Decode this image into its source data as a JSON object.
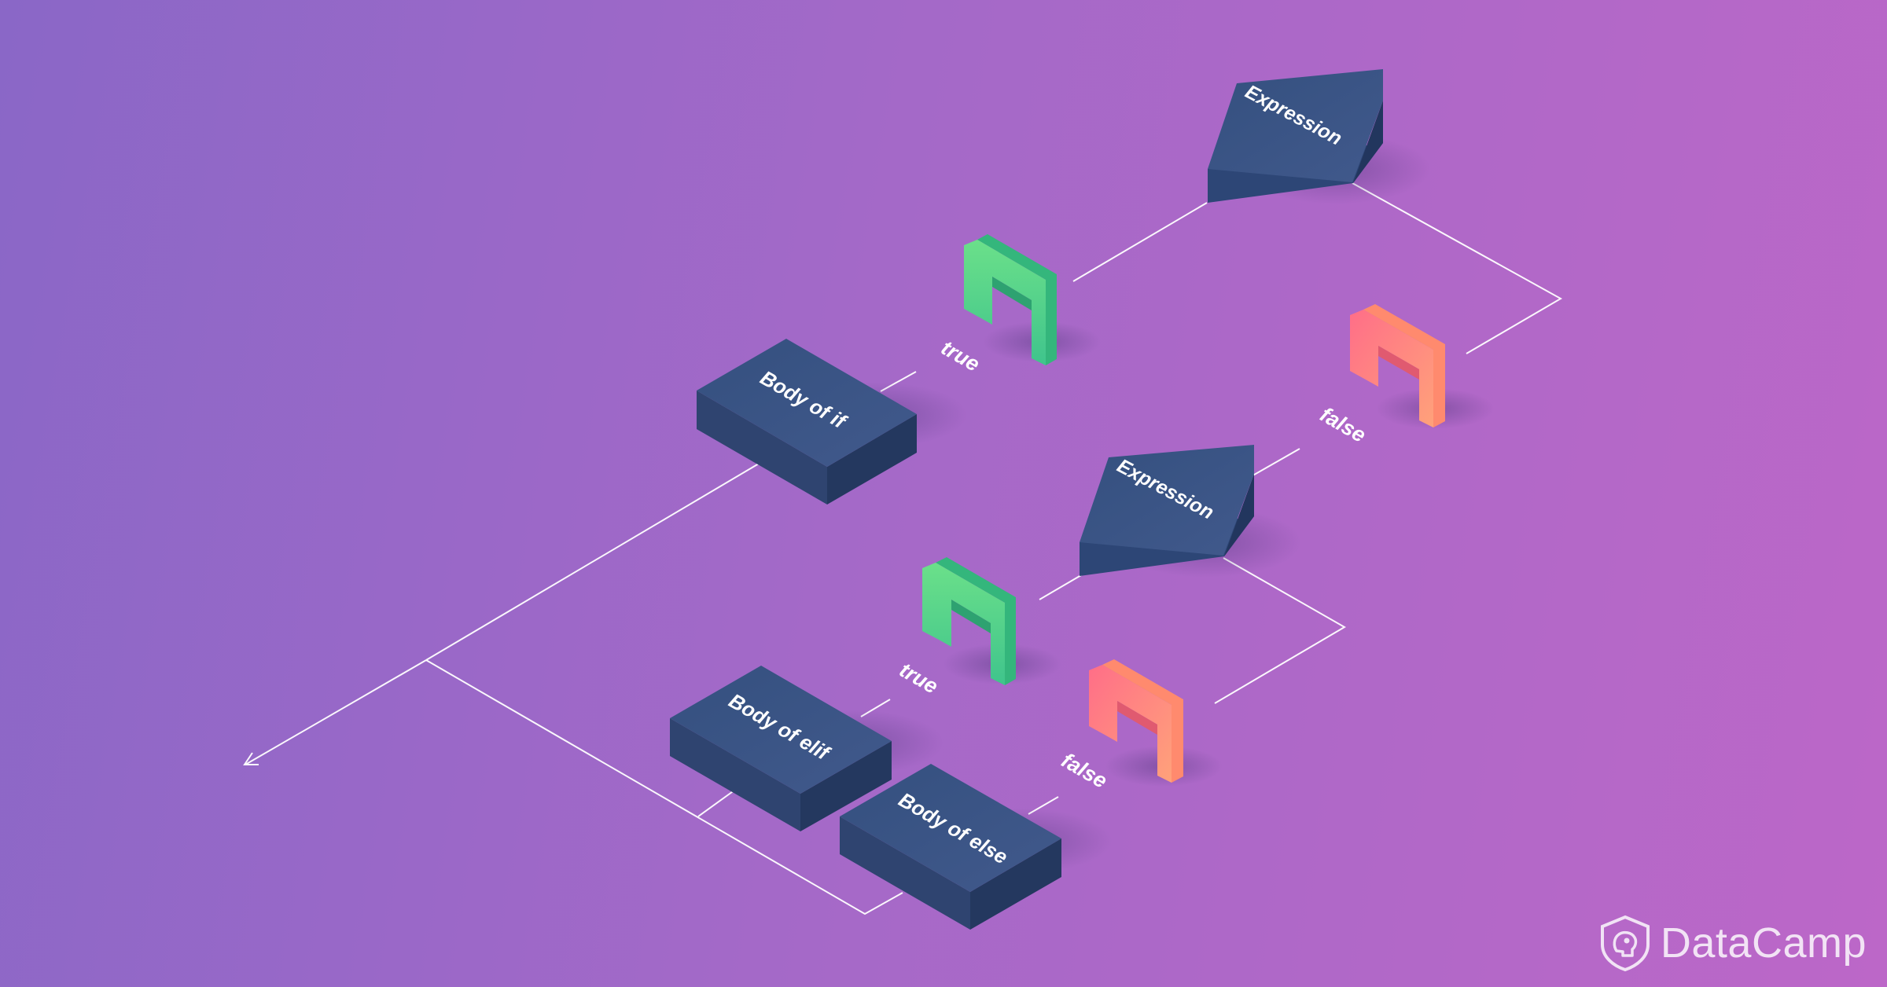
{
  "diagram": {
    "nodes": {
      "expression_1": "Expression",
      "expression_2": "Expression",
      "body_if": "Body of if",
      "body_elif": "Body of elif",
      "body_else": "Body of else"
    },
    "branches": {
      "true_1": "true",
      "false_1": "false",
      "true_2": "true",
      "false_2": "false"
    },
    "colors": {
      "box_top": "#3a5583",
      "box_left": "#2f4470",
      "box_right": "#253a62",
      "true_gate": "#4fd18b",
      "false_gate": "#ff7a8a",
      "line": "#ffffff"
    }
  },
  "brand": {
    "name": "DataCamp",
    "icon": "datacamp-logo-icon"
  }
}
